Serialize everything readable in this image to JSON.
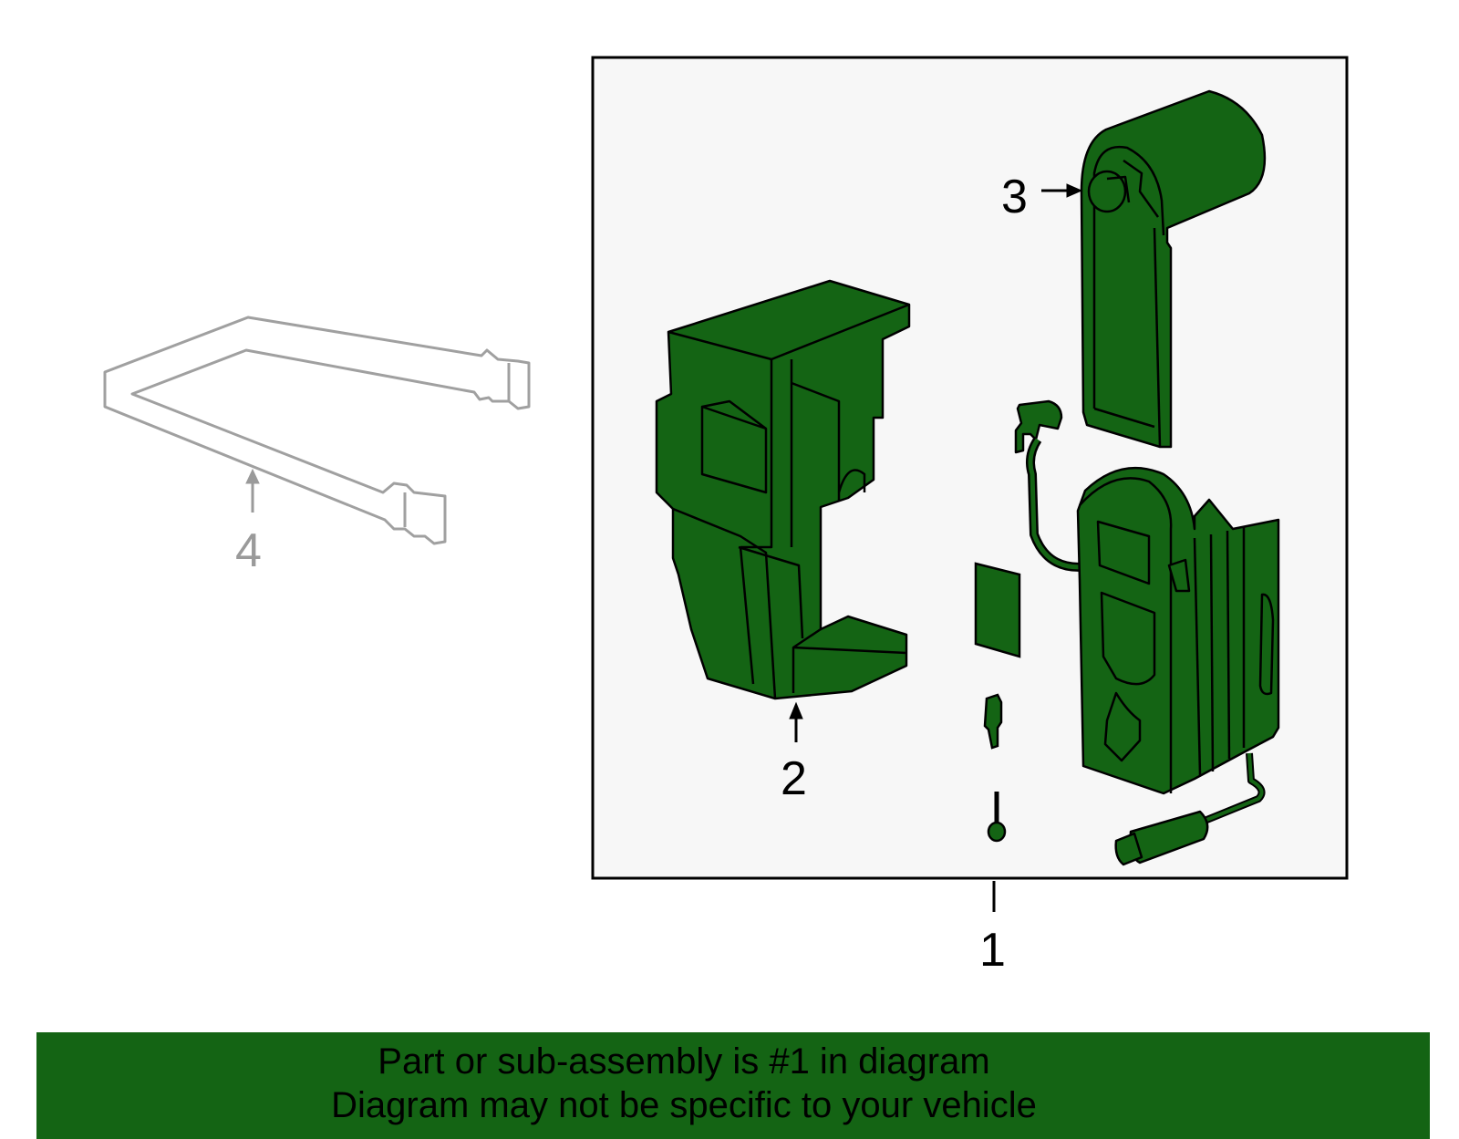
{
  "callouts": {
    "c1": "1",
    "c2": "2",
    "c3": "3",
    "c4": "4"
  },
  "footer": {
    "line1": "Part or sub-assembly is #1 in diagram",
    "line2": "Diagram may not be specific to your vehicle"
  },
  "colors": {
    "part_fill": "#146414",
    "banner": "#146414",
    "box_bg": "#f7f7f7",
    "ghost_part": "#9a9a9a"
  }
}
